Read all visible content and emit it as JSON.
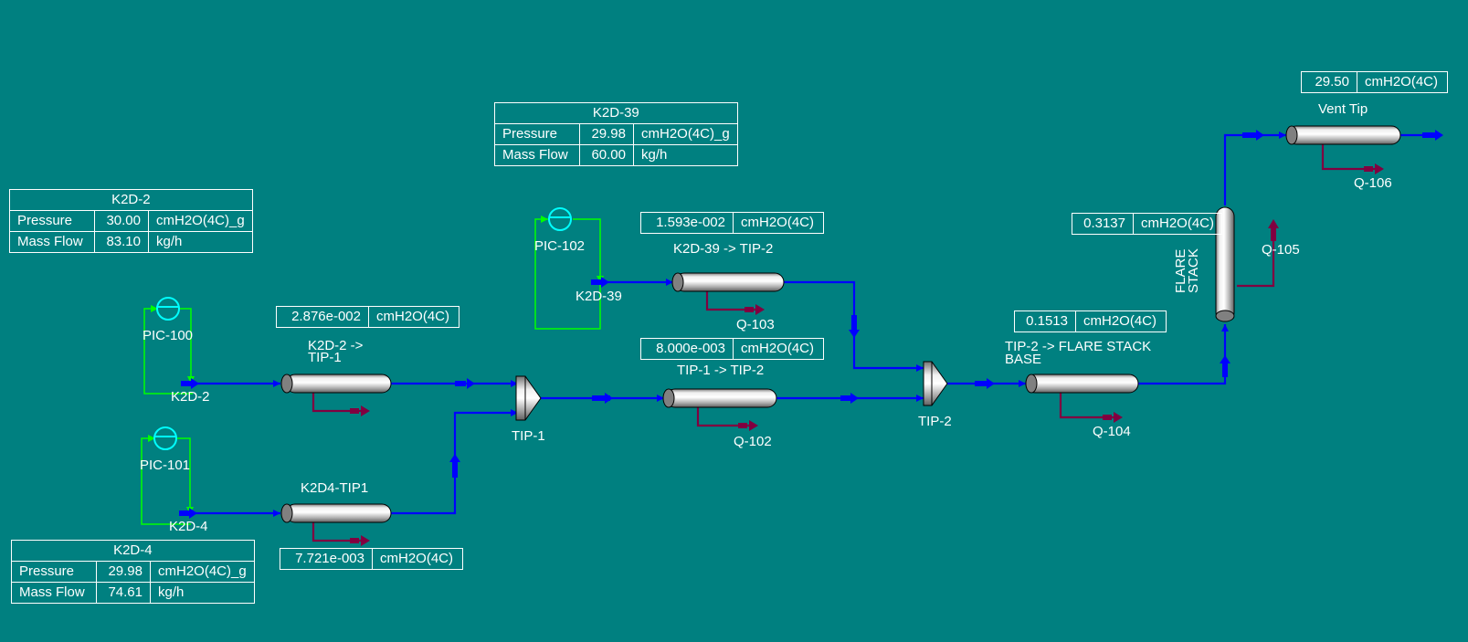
{
  "colors": {
    "background": "#008080",
    "material_stream": "#0000ff",
    "energy_stream": "#800040",
    "signal_line": "#00ff00",
    "controller": "#00ffff",
    "text": "#ffffff"
  },
  "stream_tables": [
    {
      "id": "k2d2",
      "title": "K2D-2",
      "rows": [
        {
          "label": "Pressure",
          "value": "30.00",
          "unit": "cmH2O(4C)_g"
        },
        {
          "label": "Mass Flow",
          "value": "83.10",
          "unit": "kg/h"
        }
      ]
    },
    {
      "id": "k2d39",
      "title": "K2D-39",
      "rows": [
        {
          "label": "Pressure",
          "value": "29.98",
          "unit": "cmH2O(4C)_g"
        },
        {
          "label": "Mass Flow",
          "value": "60.00",
          "unit": "kg/h"
        }
      ]
    },
    {
      "id": "k2d4",
      "title": "K2D-4",
      "rows": [
        {
          "label": "Pressure",
          "value": "29.98",
          "unit": "cmH2O(4C)_g"
        },
        {
          "label": "Mass Flow",
          "value": "74.61",
          "unit": "kg/h"
        }
      ]
    }
  ],
  "pipe_dp_tables": [
    {
      "id": "k2d2-tip1",
      "value": "2.876e-002",
      "unit": "cmH2O(4C)"
    },
    {
      "id": "k2d4-tip1",
      "value": "7.721e-003",
      "unit": "cmH2O(4C)"
    },
    {
      "id": "k2d39-tip2",
      "value": "1.593e-002",
      "unit": "cmH2O(4C)"
    },
    {
      "id": "tip1-tip2",
      "value": "8.000e-003",
      "unit": "cmH2O(4C)"
    },
    {
      "id": "tip2-flare",
      "value": "0.1513",
      "unit": "cmH2O(4C)"
    },
    {
      "id": "flare-stack",
      "value": "0.3137",
      "unit": "cmH2O(4C)"
    },
    {
      "id": "vent-tip",
      "value": "29.50",
      "unit": "cmH2O(4C)"
    }
  ],
  "controllers": [
    {
      "id": "pic100",
      "label": "PIC-100"
    },
    {
      "id": "pic101",
      "label": "PIC-101"
    },
    {
      "id": "pic102",
      "label": "PIC-102"
    }
  ],
  "feed_streams": [
    {
      "id": "k2d2",
      "label": "K2D-2"
    },
    {
      "id": "k2d4",
      "label": "K2D-4"
    },
    {
      "id": "k2d39",
      "label": "K2D-39"
    }
  ],
  "pipes": [
    {
      "id": "k2d2-tip1",
      "label": "K2D-2 ->\nTIP-1"
    },
    {
      "id": "k2d4-tip1",
      "label": "K2D4-TIP1"
    },
    {
      "id": "k2d39-tip2",
      "label": "K2D-39 -> TIP-2"
    },
    {
      "id": "tip1-tip2",
      "label": "TIP-1 -> TIP-2"
    },
    {
      "id": "tip2-flare",
      "label": "TIP-2 -> FLARE STACK\nBASE"
    },
    {
      "id": "vent-tip",
      "label": "Vent Tip"
    },
    {
      "id": "flare-stack",
      "label": "FLARE\nSTACK"
    }
  ],
  "mixers": [
    {
      "id": "tip1",
      "label": "TIP-1"
    },
    {
      "id": "tip2",
      "label": "TIP-2"
    }
  ],
  "energy_streams": [
    {
      "id": "q102",
      "label": "Q-102"
    },
    {
      "id": "q103",
      "label": "Q-103"
    },
    {
      "id": "q104",
      "label": "Q-104"
    },
    {
      "id": "q105",
      "label": "Q-105"
    },
    {
      "id": "q106",
      "label": "Q-106"
    }
  ]
}
